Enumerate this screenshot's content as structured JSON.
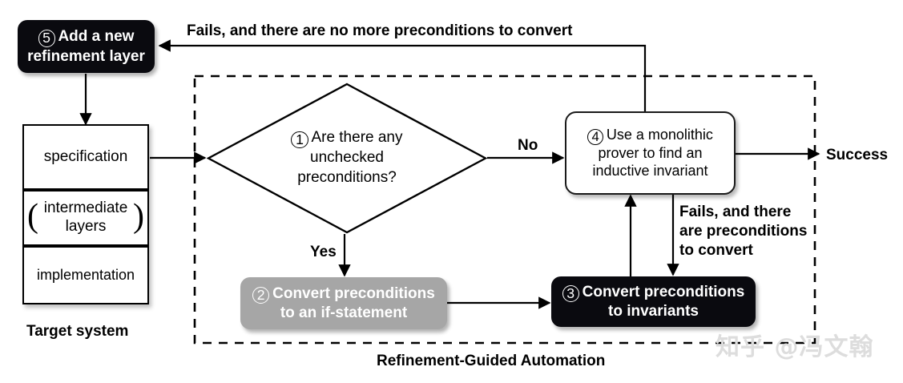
{
  "diagram": {
    "title": "Refinement-Guided Automation flowchart",
    "colors": {
      "dark_node": "#0a0a0f",
      "gray_node": "#a6a6a6",
      "light_node": "#ffffff",
      "stroke": "#000000",
      "watermark": "#dddddd"
    }
  },
  "target_system": {
    "caption": "Target system",
    "layers": [
      {
        "label": "specification"
      },
      {
        "label": "intermediate\nlayers",
        "line1": "intermediate",
        "line2": "layers",
        "bracketed": true
      },
      {
        "label": "implementation"
      }
    ],
    "bracket_left": "(",
    "bracket_right": ")"
  },
  "nodes": {
    "n5": {
      "number": "5",
      "line1": "Add a new",
      "line2": "refinement layer",
      "style": "dark"
    },
    "n1": {
      "number": "1",
      "line1": "Are there any",
      "line2": "unchecked",
      "line3": "preconditions?",
      "style": "diamond"
    },
    "n2": {
      "number": "2",
      "line1": "Convert preconditions",
      "line2": "to an if-statement",
      "style": "gray"
    },
    "n3": {
      "number": "3",
      "line1": "Convert preconditions",
      "line2": "to invariants",
      "style": "dark"
    },
    "n4": {
      "number": "4",
      "line1": "Use a monolithic",
      "line2": "prover to find an",
      "line3": "inductive invariant",
      "style": "light"
    }
  },
  "edge_labels": {
    "fail_no_more": "Fails, and there are no more preconditions to convert",
    "no": "No",
    "yes": "Yes",
    "fail_have_preconditions_l1": "Fails, and there",
    "fail_have_preconditions_l2": "are preconditions",
    "fail_have_preconditions_l3": "to convert",
    "success": "Success"
  },
  "boundary": {
    "caption": "Refinement-Guided Automation",
    "style": "dashed"
  },
  "watermark": {
    "text": "知乎 @冯文翰"
  }
}
